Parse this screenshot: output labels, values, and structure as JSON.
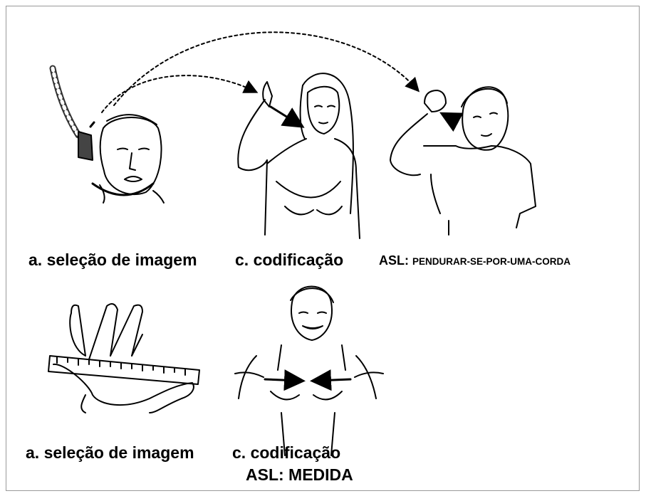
{
  "row1": {
    "label_a": "a. seleção de imagem",
    "label_c": "c. codificação",
    "asl_prefix": "ASL: ",
    "asl_word": "PENDURAR-SE-POR-UMA-CORDA"
  },
  "row2": {
    "label_a": "a. seleção de imagem",
    "label_c": "c. codificação",
    "asl_label": "ASL: MEDIDA"
  }
}
